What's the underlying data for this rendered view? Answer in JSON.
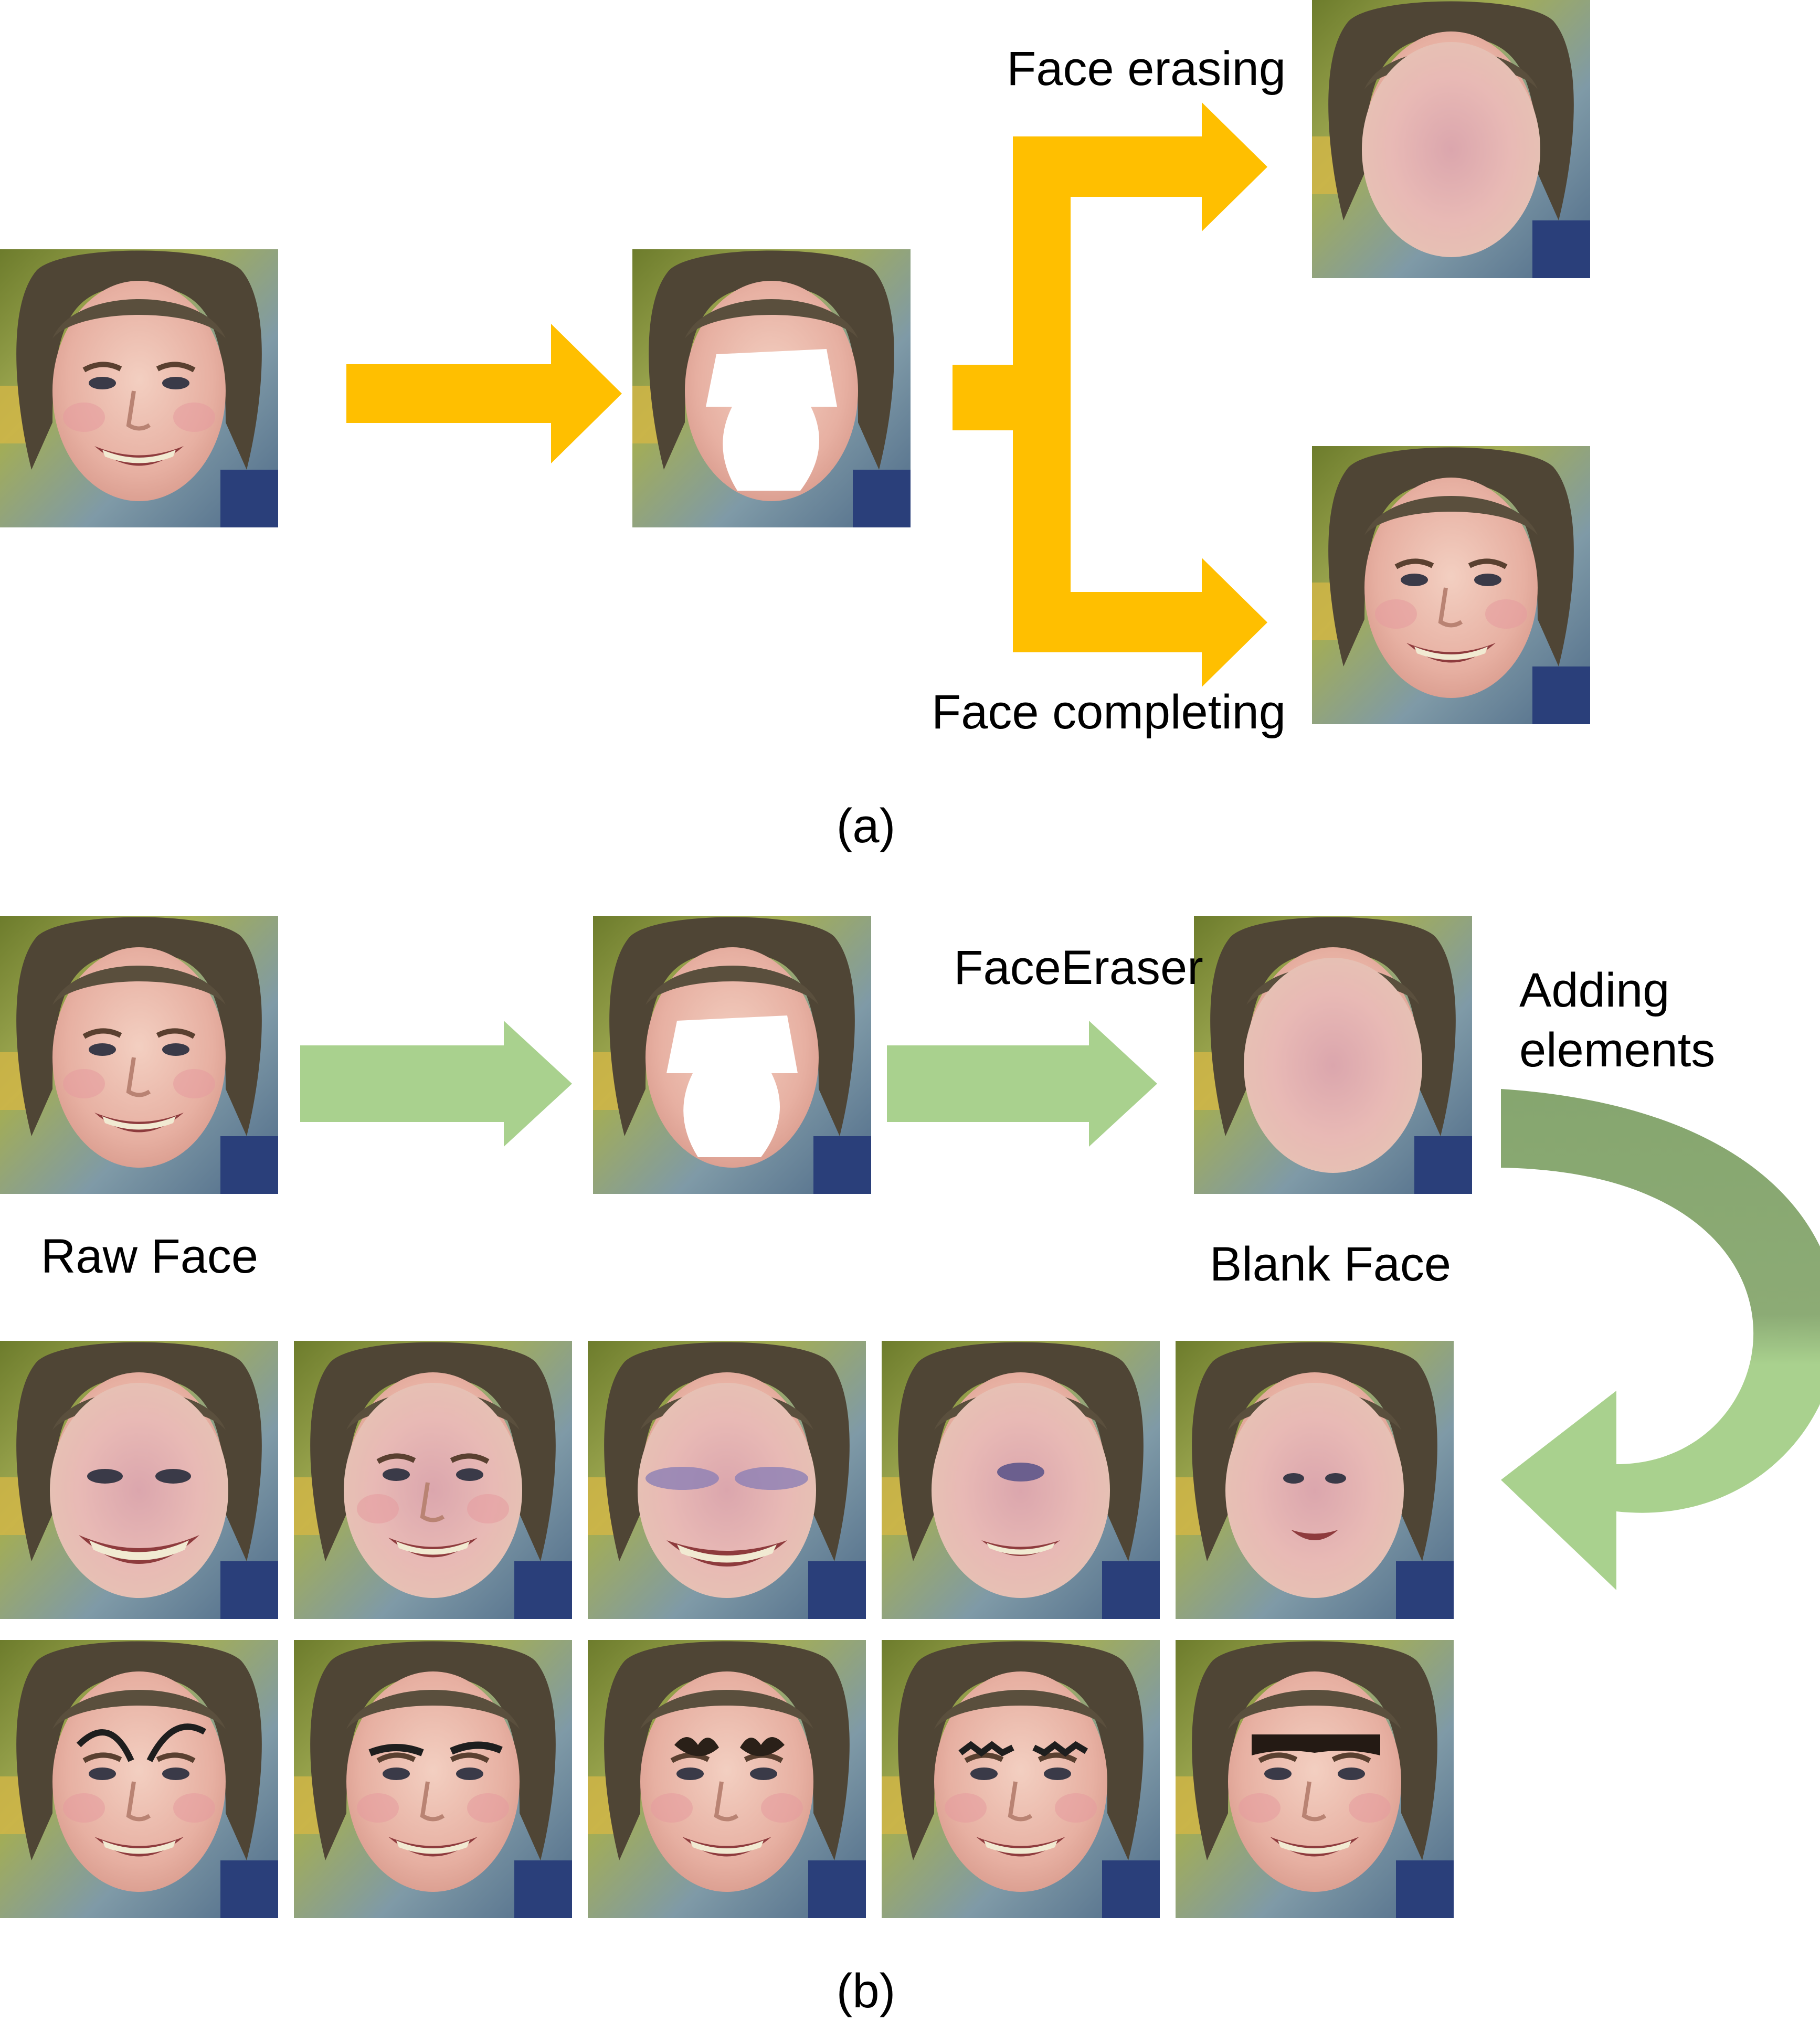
{
  "part_a": {
    "upper_label": "Face erasing",
    "lower_label": "Face completing",
    "caption": "(a)"
  },
  "part_b": {
    "step_label": "FaceEraser",
    "adding_line1": "Adding",
    "adding_line2": "elements",
    "raw_label": "Raw Face",
    "blank_label": "Blank Face",
    "caption": "(b)"
  },
  "colors": {
    "orange_arrow": "#ffbf00",
    "green_arrow_light": "#a9d18e",
    "green_arrow_dark": "#86a66f"
  },
  "thumbnails": {
    "variant": [
      "raw",
      "masked",
      "erased",
      "completed",
      "edited"
    ]
  }
}
